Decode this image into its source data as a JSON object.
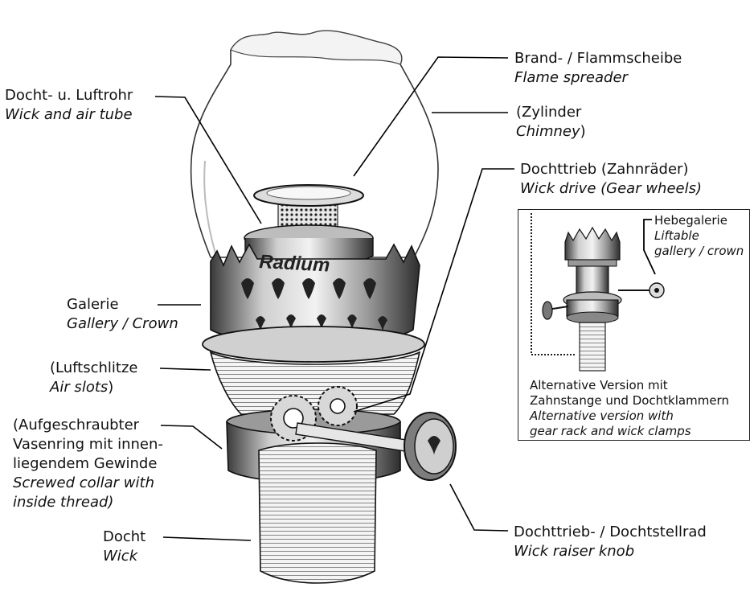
{
  "labels": {
    "wick_tube": {
      "de": "Docht- u. Luftrohr",
      "en": "Wick and air tube"
    },
    "flame_spreader": {
      "de": "Brand- / Flammscheibe",
      "en": "Flame spreader"
    },
    "chimney": {
      "de": "(Zylinder",
      "en": "Chimney",
      "en_suffix": ")"
    },
    "wick_drive": {
      "de": "Dochttrieb (Zahnräder)",
      "en": "Wick drive (Gear wheels)"
    },
    "gallery": {
      "de": "Galerie",
      "en": "Gallery / Crown"
    },
    "air_slots": {
      "de": "(Luftschlitze",
      "en": "Air slots",
      "en_suffix": ")"
    },
    "collar": {
      "de_lines": [
        "(Aufgeschraubter",
        "Vasenring mit innen-",
        "liegendem Gewinde"
      ],
      "en_lines": [
        "Screwed collar with",
        "inside thread)"
      ]
    },
    "wick": {
      "de": "Docht",
      "en": "Wick"
    },
    "knob": {
      "de": "Dochttrieb- / Dochtstellrad",
      "en": "Wick raiser knob"
    }
  },
  "inset": {
    "lift_gallery": {
      "de": "Hebegalerie",
      "en_lines": [
        "Liftable",
        "gallery / crown"
      ]
    },
    "caption": {
      "de_lines": [
        "Alternative Version mit",
        "Zahnstange und Dochtklammern"
      ],
      "en_lines": [
        "Alternative version with",
        "gear rack and wick clamps"
      ]
    }
  },
  "illustration": {
    "brand_text": "Radium"
  }
}
